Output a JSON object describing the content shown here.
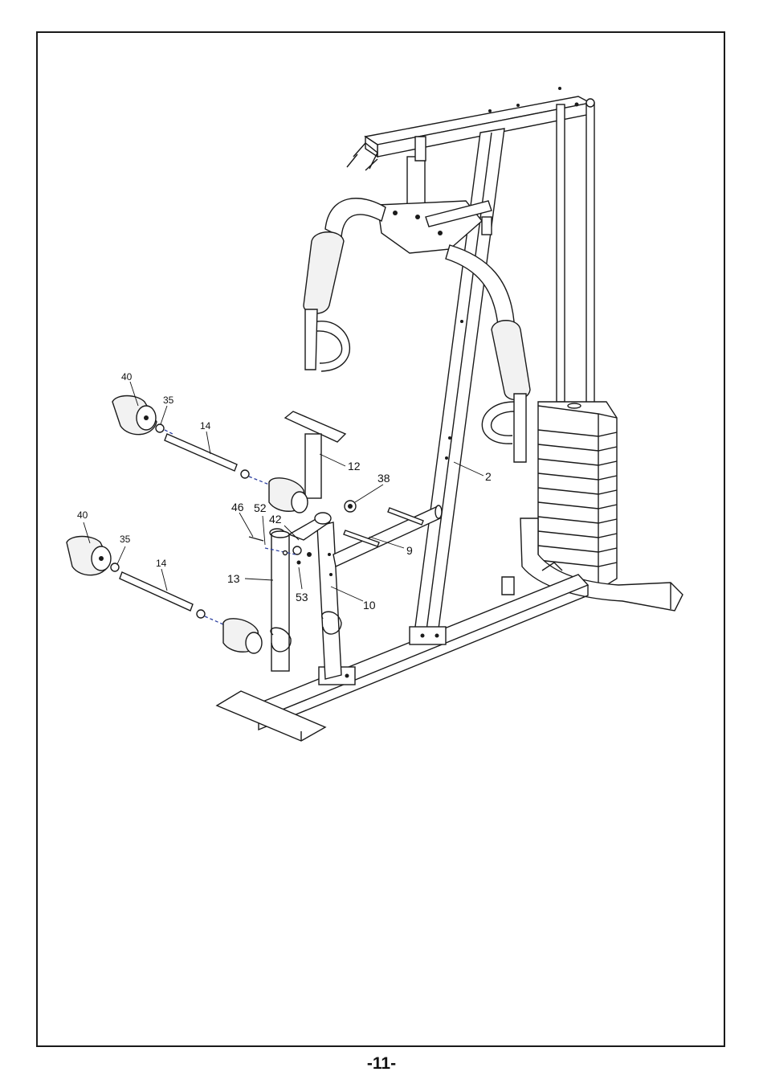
{
  "diagram": {
    "part_labels": {
      "p40_top": "40",
      "p35_top": "35",
      "p14_top": "14",
      "p12": "12",
      "p38": "38",
      "p2": "2",
      "p46": "46",
      "p52": "52",
      "p42": "42",
      "p9": "9",
      "p40_bottom": "40",
      "p35_bottom": "35",
      "p14_bottom": "14",
      "p13": "13",
      "p53": "53",
      "p10": "10"
    }
  },
  "footer": {
    "page_number": "-11-"
  }
}
